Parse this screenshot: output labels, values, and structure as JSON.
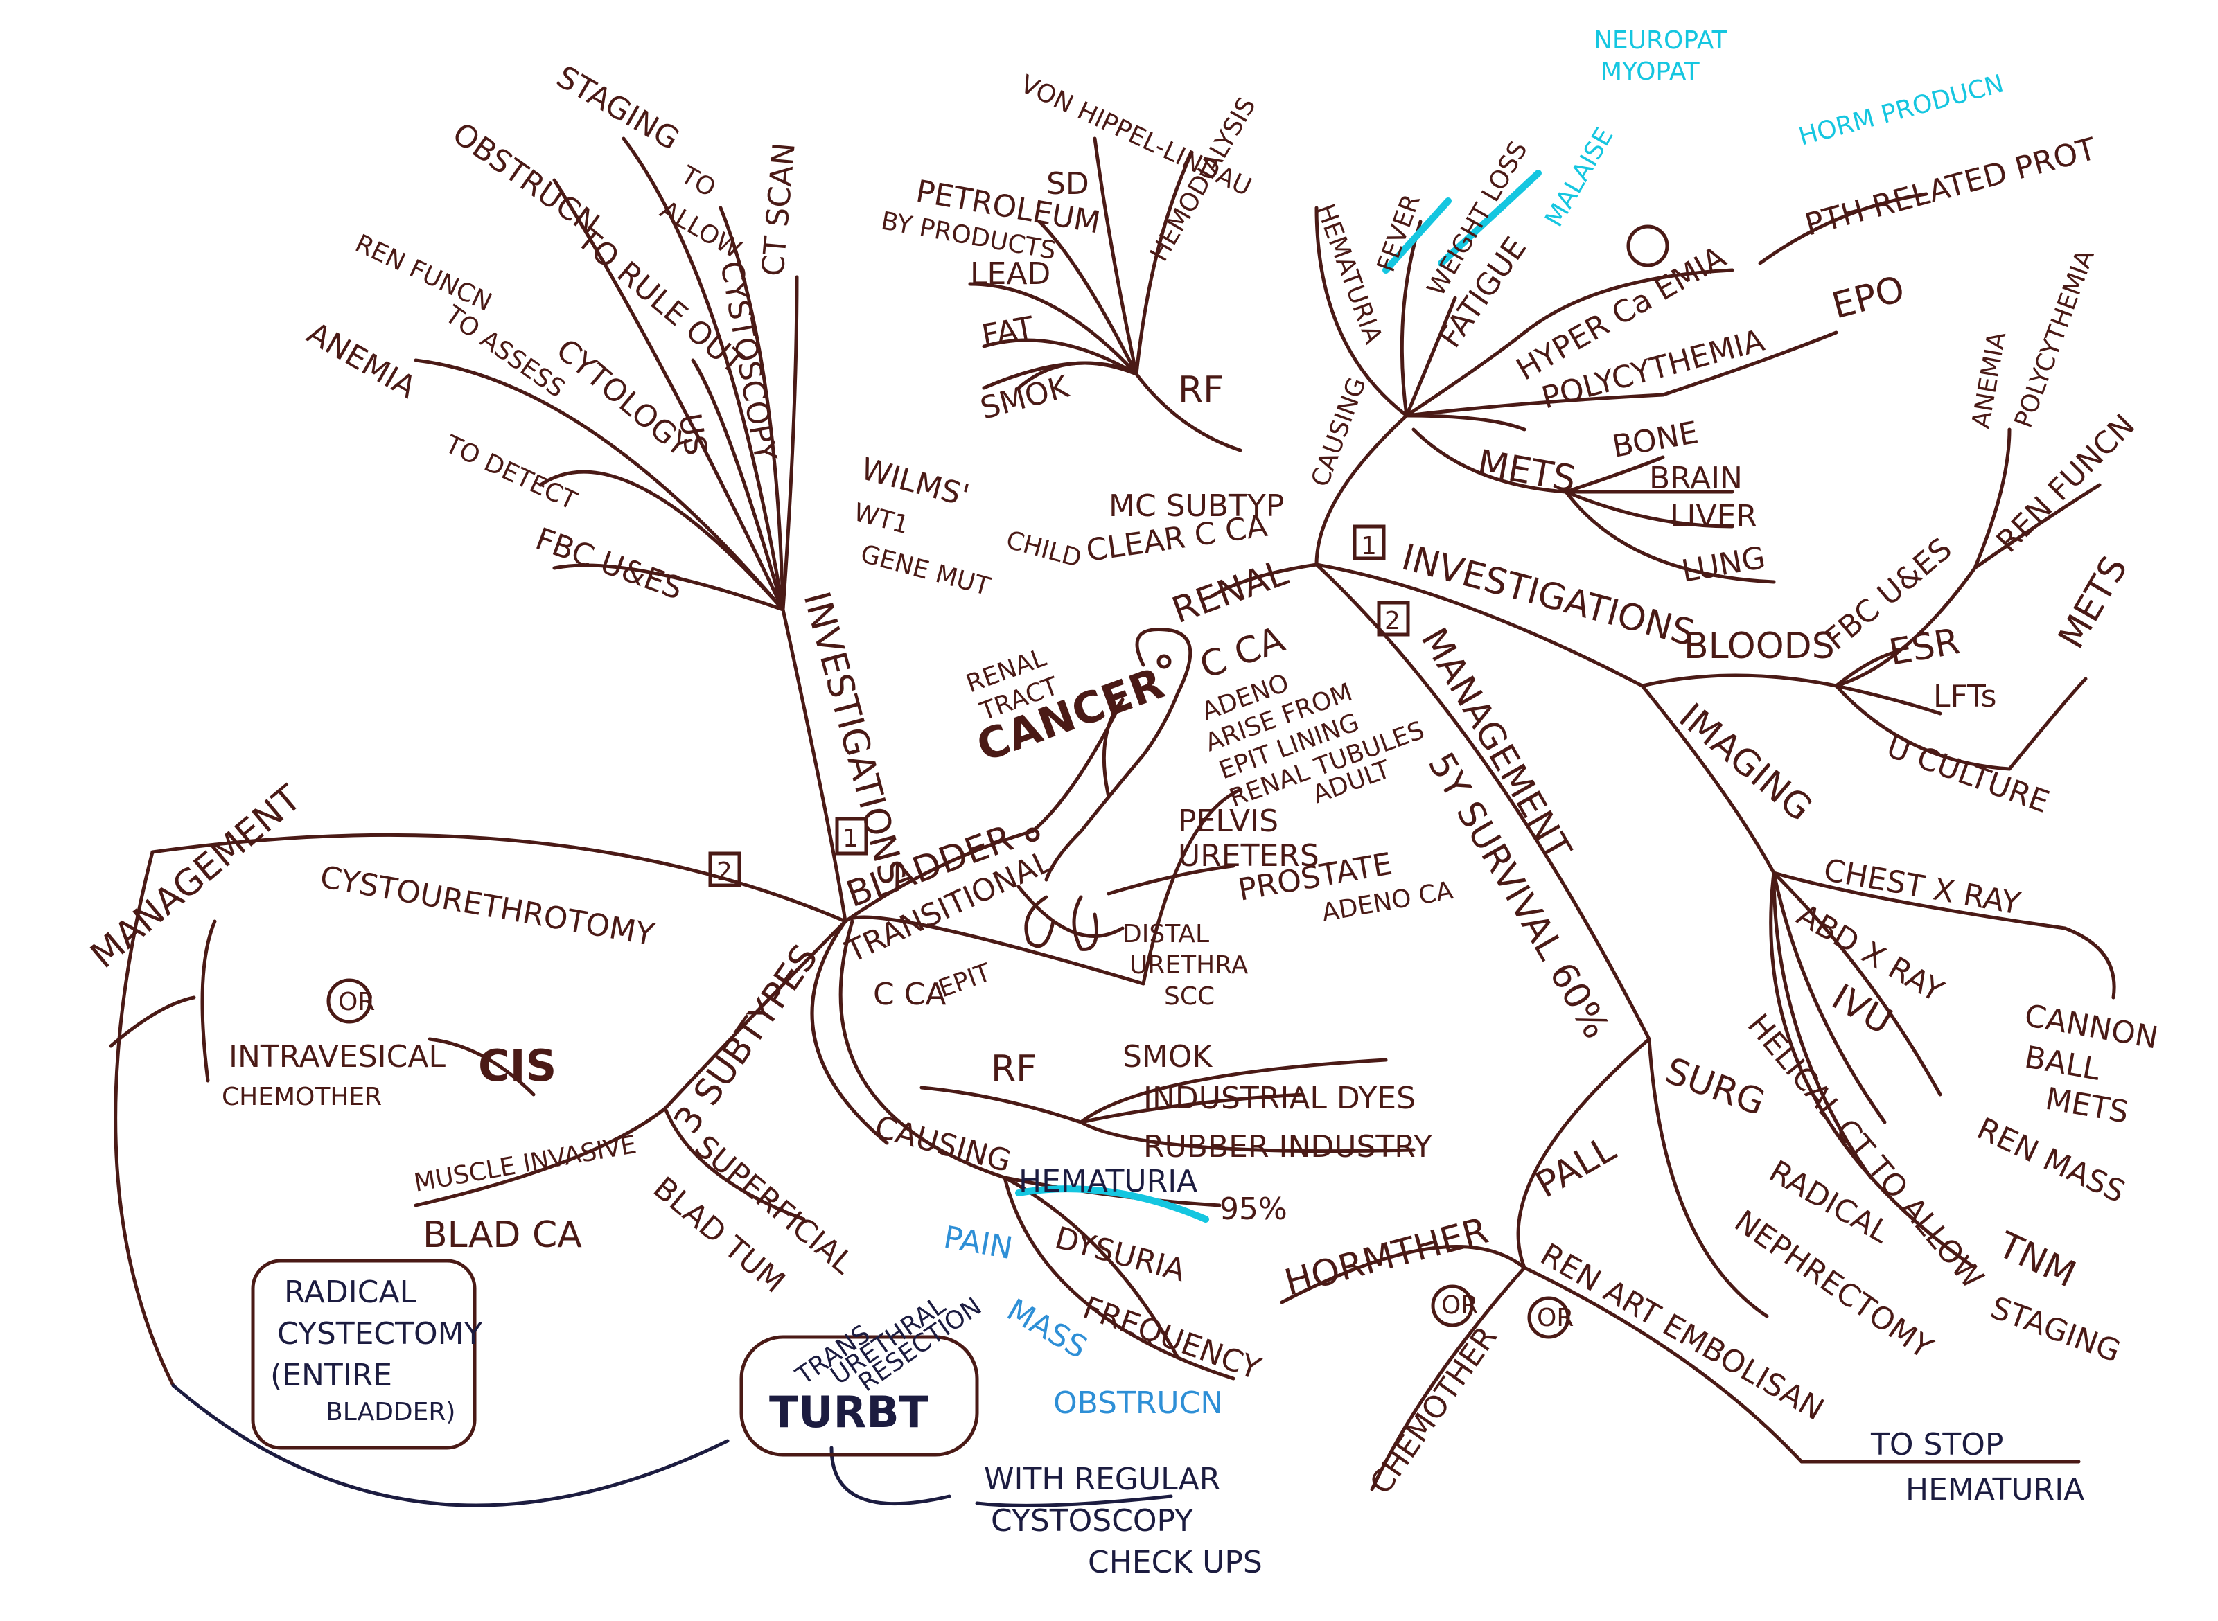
{
  "colors": {
    "ink": "#4a1a16",
    "navy": "#1c1c40",
    "cyan": "#15c6e0",
    "blue": "#2e8fd6"
  },
  "center": {
    "line1": "RENAL",
    "line2": "TRACT",
    "line3": "CANCER"
  },
  "renal": {
    "title": "RENAL",
    "subtitle": "C CA",
    "origin": [
      "ADENO",
      "ARISE FROM",
      "EPIT LINING",
      "RENAL TUBULES",
      "ADULT"
    ],
    "mc_subtype": "MC SUBTYP",
    "clear_cell": "CLEAR C CA",
    "wilms": "WILMS'",
    "child": "CHILD",
    "wt1": "WT1",
    "gene_mut": "GENE MUT",
    "rf": "RF",
    "rf_items": [
      "VON HIPPEL-LINDAU",
      "HEMODIALYSIS",
      "SD",
      "PETROLEUM",
      "BY PRODUCTS",
      "LEAD",
      "FAT",
      "SMOK"
    ],
    "causing": "CAUSING",
    "symptoms": [
      "HEMATURIA",
      "FEVER",
      "WEIGHT LOSS",
      "MALAISE",
      "FATIGUE"
    ],
    "hypercalcemia": "HYPER Ca EMIA",
    "hypercalcemia_cause": "PTH RELATED PROT",
    "hormone_note": "HORM PRODUCN",
    "neuropathy": "NEUROPAT",
    "myopathy": "MYOPAT",
    "polycythemia": "POLYCYTHEMIA",
    "epo": "EPO",
    "mets_label": "METS",
    "mets": [
      "BONE",
      "BRAIN",
      "LIVER",
      "LUNG"
    ],
    "inv_num": "1",
    "investigations": "INVESTIGATIONS",
    "bloods": "BLOODS",
    "fbc": "FBC U&ES",
    "anemia": "ANEMIA",
    "polycythemia2": "POLYCYTHEMIA",
    "ren_func": "REN FUNCN",
    "esr": "ESR",
    "lfts": "LFTs",
    "lft_mets": "METS",
    "u_culture": "U CULTURE",
    "imaging": "IMAGING",
    "imaging_items": [
      "CHEST X RAY",
      "ABD X RAY",
      "IVU",
      "HELICAL CT TO ALLOW",
      "TNM",
      "STAGING"
    ],
    "cannon": [
      "CANNON",
      "BALL",
      "METS"
    ],
    "ren_mass": "REN MASS",
    "mgmt_num": "2",
    "management": "MANAGEMENT",
    "survival": "5Y SURVIVAL 60%",
    "surg": "SURG",
    "radical": "RADICAL",
    "nephrectomy": "NEPHRECTOMY",
    "pall": "PALL",
    "hormther": "HORMTHER",
    "or1": "OR",
    "chemother": "CHEMOTHER",
    "or2": "OR",
    "ren_art": "REN ART EMBOLISAN",
    "to_stop": "TO STOP",
    "hematuria_stop": "HEMATURIA"
  },
  "other_sites": {
    "pelvis": "PELVIS",
    "ureters": "URETERS",
    "prostate": "PROSTATE",
    "adeno_ca": "ADENO CA",
    "distal": "DISTAL",
    "urethra": "URETHRA",
    "scc": "SCC"
  },
  "bladder": {
    "title": "BLADDER",
    "type": "TRANSITIONAL",
    "type2": "C CA",
    "epit": "EPIT",
    "inv_num": "1",
    "investigations": "INVESTIGATIONS",
    "inv_items": [
      "STAGING",
      "TO",
      "ALLOW",
      "CT SCAN",
      "OBSTRUCN",
      "TO RULE OUT",
      "US",
      "CYSTOSCOPY",
      "REN FUNCN",
      "TO ASSESS",
      "CYTOLOGY",
      "ANEMIA",
      "TO DETECT",
      "FBC U&ES"
    ],
    "mgmt_num": "2",
    "management": "MANAGEMENT",
    "subtypes": "3 SUBTYPES",
    "cis": "CIS",
    "cystoureth": "CYSTOURETHROTOMY",
    "or": "OR",
    "intravesical": "INTRAVESICAL",
    "chemother": "CHEMOTHER",
    "muscle": "MUSCLE INVASIVE",
    "blad_ca": "BLAD CA",
    "superficial": "SUPERFICIAL",
    "blad_tum": "BLAD TUM",
    "cystectomy": [
      "RADICAL",
      "CYSTECTOMY",
      "(ENTIRE",
      "BLADDER)"
    ],
    "turbt": "TURBT",
    "turbt_full": [
      "TRANS",
      "URETHRAL",
      "RESECTION"
    ],
    "followup": [
      "WITH REGULAR",
      "CYSTOSCOPY",
      "CHECK UPS"
    ],
    "rf": "RF",
    "rf_items": [
      "SMOK",
      "INDUSTRIAL DYES",
      "RUBBER INDUSTRY"
    ],
    "causing": "CAUSING",
    "hematuria": "HEMATURIA",
    "hematuria_pct": "95%",
    "dysuria": "DYSURIA",
    "frequency": "FREQUENCY",
    "pain": "PAIN",
    "mass": "MASS",
    "obstruct": "OBSTRUCN"
  }
}
